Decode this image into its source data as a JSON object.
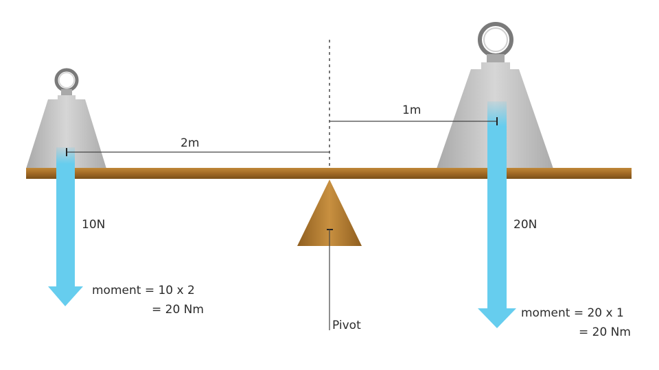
{
  "left_weight": {
    "distance_label": "2m",
    "force_label": "10N",
    "moment_line1": "moment = 10 x 2",
    "moment_line2": "= 20 Nm"
  },
  "right_weight": {
    "distance_label": "1m",
    "force_label": "20N",
    "moment_line1": "moment = 20 x 1",
    "moment_line2": "= 20 Nm"
  },
  "pivot": {
    "label": "Pivot"
  },
  "colors": {
    "beam": "#a8702a",
    "arrow": "#66cdee",
    "weight": "#c4c4c4",
    "pivot": "#b7802f"
  }
}
